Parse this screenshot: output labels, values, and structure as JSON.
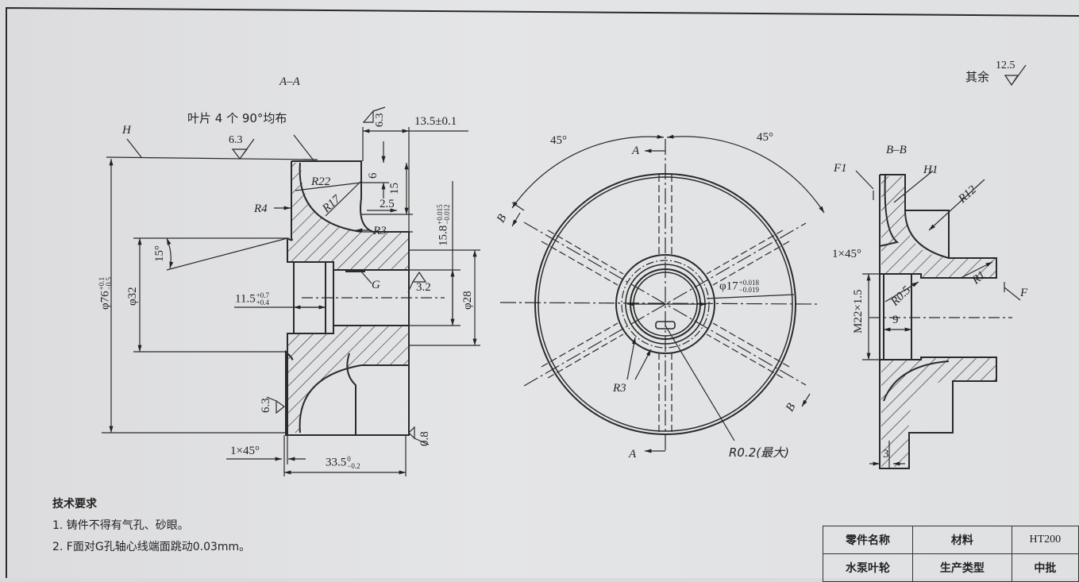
{
  "drawing": {
    "surface_roughness_default": {
      "prefix": "其余",
      "value": "12.5"
    },
    "section_aa": {
      "title": "A–A",
      "blade_note": "叶片 4 个 90°均布",
      "datum_h": "H",
      "roughness_top": "6.3",
      "roughness_right_top": "6.3",
      "roughness_left_bottom": "6.3",
      "roughness_bore": "3.2",
      "roughness_face": "0.8",
      "dims": {
        "width_top": "13.5±0.1",
        "d6": "6",
        "d15": "15",
        "d2_5": "2.5",
        "r22": "R22",
        "r17": "R17",
        "r4": "R4",
        "r3": "R3",
        "g": "G",
        "angle15": "15°",
        "phi32": "φ32",
        "phi76": "φ76",
        "phi76_tol_upper": "+0.1",
        "phi76_tol_lower": "−0.5",
        "d11_5": "11.5",
        "d11_5_tol_upper": "+0.7",
        "d11_5_tol_lower": "+0.4",
        "d15_8": "15.8",
        "d15_8_tol_upper": "+0.015",
        "d15_8_tol_lower": "−0.012",
        "phi28": "φ28",
        "chamfer": "1×45°",
        "len33_5": "33.5",
        "len33_5_tol_upper": "0",
        "len33_5_tol_lower": "−0.2"
      }
    },
    "front_view": {
      "angle_left": "45°",
      "angle_right": "45°",
      "section_a_top": "A",
      "section_a_bottom": "A",
      "section_b_left": "B",
      "section_b_right": "B",
      "phi17": "φ17",
      "phi17_tol_upper": "+0.018",
      "phi17_tol_lower": "−0.019",
      "r3": "R3",
      "r0_2": "R0.2(最大)"
    },
    "section_bb": {
      "title": "B–B",
      "f1": "F1",
      "h1": "H1",
      "r12": "R12",
      "chamfer": "1×45°",
      "r0_5": "R0.5",
      "r1": "R1",
      "f": "F",
      "thread": "M22×1.5",
      "d9": "9",
      "d3": "3"
    }
  },
  "technical_requirements": {
    "title": "技术要求",
    "items": [
      "1. 铸件不得有气孔、砂眼。",
      "2. F面对G孔轴心线端面跳动0.03mm。"
    ]
  },
  "title_block": {
    "rows": [
      [
        "零件名称",
        "材料",
        "HT200"
      ],
      [
        "水泵叶轮",
        "生产类型",
        "中批"
      ]
    ]
  }
}
